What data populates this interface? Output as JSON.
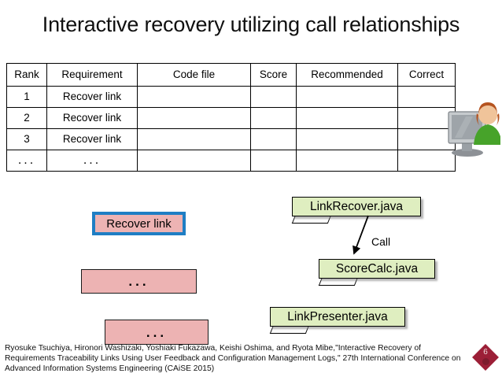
{
  "slide": {
    "title": "Interactive recovery utilizing call relationships",
    "number": "6"
  },
  "table": {
    "headers": [
      "Rank",
      "Requirement",
      "Code file",
      "Score",
      "Recommended",
      "Correct"
    ],
    "rows": [
      {
        "rank": "1",
        "requirement": "Recover link",
        "code_file": "",
        "score": "",
        "recommended": "",
        "correct": ""
      },
      {
        "rank": "2",
        "requirement": "Recover link",
        "code_file": "",
        "score": "",
        "recommended": "",
        "correct": ""
      },
      {
        "rank": "3",
        "requirement": "Recover link",
        "code_file": "",
        "score": "",
        "recommended": "",
        "correct": ""
      },
      {
        "rank": "...",
        "requirement": "...",
        "code_file": "",
        "score": "",
        "recommended": "",
        "correct": ""
      }
    ]
  },
  "diagram": {
    "requirement_boxes": [
      {
        "label": "Recover link",
        "selected": true
      },
      {
        "label": "...",
        "selected": false
      },
      {
        "label": "...",
        "selected": false
      }
    ],
    "code_boxes": [
      {
        "label": "LinkRecover.java"
      },
      {
        "label": "ScoreCalc.java"
      },
      {
        "label": "LinkPresenter.java"
      }
    ],
    "relation_label": "Call",
    "colors": {
      "requirement_fill": "#edb3b3",
      "requirement_selected_border": "#1f7ec4",
      "code_fill": "#dfeec0",
      "slide_number_badge": "#9c1f37"
    }
  },
  "citation": {
    "text": "Ryosuke Tsuchiya, Hironori Washizaki, Yoshiaki Fukazawa, Keishi Oshima, and Ryota Mibe,\"Interactive Recovery of Requirements Traceability Links Using User Feedback and Configuration Management Logs,\" 27th International Conference on Advanced Information Systems Engineering (CAiSE 2015)"
  }
}
